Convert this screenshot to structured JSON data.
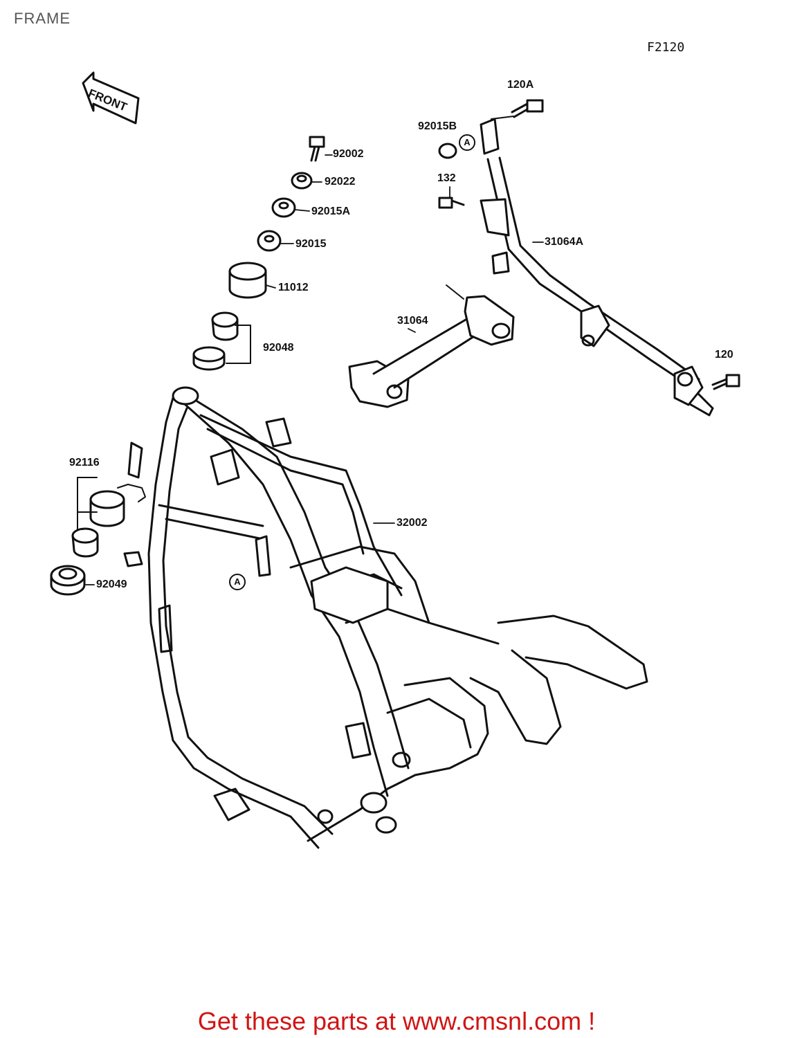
{
  "title": "FRAME",
  "diagram_code": "F2120",
  "front_label": "FRONT",
  "ref_marker": "A",
  "labels": {
    "p120A": "120A",
    "p92015B": "92015B",
    "p92002": "92002",
    "p92022": "92022",
    "p132": "132",
    "p92015A": "92015A",
    "p92015": "92015",
    "p31064A": "31064A",
    "p11012": "11012",
    "p31064": "31064",
    "p92048": "92048",
    "p120": "120",
    "p92116": "92116",
    "p32002": "32002",
    "p92049": "92049"
  },
  "footer": "Get these parts at www.cmsnl.com !",
  "colors": {
    "footer": "#d01414",
    "line": "#111111",
    "title": "#555555"
  }
}
